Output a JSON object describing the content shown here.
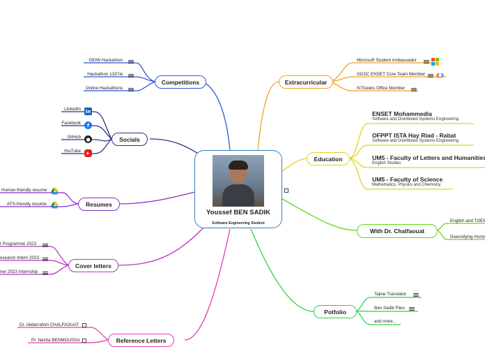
{
  "center": {
    "name": "Youssef BEN SADIK",
    "role": "Software Engineering Student"
  },
  "competitions": {
    "label": "Competitions",
    "items": [
      "GEIW Hackathon",
      "Hackathon 1337ai",
      "Online Hackathons"
    ]
  },
  "socials": {
    "label": "Socials",
    "items": [
      "LinkedIn",
      "Facebook",
      "GitHub",
      "YouTube"
    ]
  },
  "resumes": {
    "label": "Resumes",
    "items": [
      "Human-friendly resume",
      "ATS-friendly resume"
    ]
  },
  "cover_letters": {
    "label": "Cover letters",
    "items": [
      "t Programme 2023",
      "esearch Intern 2023",
      "ner 2023 Internship"
    ]
  },
  "reference_letters": {
    "label": "Reference Letters",
    "items": [
      "Dr. Abderrahim CHALFAOUAT",
      "Pr. Nezha BENMOUSSA"
    ]
  },
  "extracurricular": {
    "label": "Extracurricular",
    "items": [
      "Microsoft Student Ambassador",
      "GDSC ENSET Core Team Member",
      "N7Geeks Office Member"
    ]
  },
  "education": {
    "label": "Education",
    "items": [
      {
        "title": "ENSET Mohammedia",
        "subtitle": "Software and Distributed Systems Engineering"
      },
      {
        "title": "OFPPT ISTA Hay Riad - Rabat",
        "subtitle": "Software and Distributed Systems Engineering"
      },
      {
        "title": "UM5 - Faculty of Letters and Humanities",
        "subtitle": "English Studies"
      },
      {
        "title": "UM5 - Faculty of Science",
        "subtitle": "Mathematics, Physics and Chemistry"
      }
    ]
  },
  "chalfaouat": {
    "label": "With Dr. Chalfaouat",
    "items": [
      "English and TOEIC",
      "Diversifying Horizo"
    ]
  },
  "portfolio": {
    "label": "Potfolio",
    "items": [
      "Tajine Translator",
      "Ben Sadik Files",
      "and more..."
    ]
  },
  "colors": {
    "competitions": "#2f55d4",
    "socials": "#2e2d8f",
    "resumes": "#8a2fc7",
    "cover_letters": "#b735c4",
    "reference_letters": "#e53ab4",
    "extracurricular": "#f0a020",
    "education": "#e3d31a",
    "chalfaouat": "#66d61e",
    "portfolio": "#2ed14a",
    "center": "#2f7fc2"
  },
  "icons": {
    "notes": "notes-icon",
    "external": "external-link-icon",
    "linkedin": "linkedin-icon",
    "facebook": "facebook-icon",
    "github": "github-icon",
    "youtube": "youtube-icon",
    "drive": "google-drive-icon",
    "microsoft": "microsoft-logo-icon",
    "gdsc": "gdsc-logo-icon"
  }
}
